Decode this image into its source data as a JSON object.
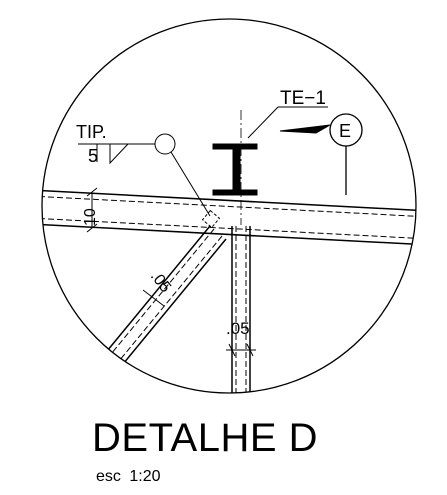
{
  "detail": {
    "title": "DETALHE D",
    "scale": "esc  1:20"
  },
  "labels": {
    "weld_tip": "TIP.",
    "weld_size": "5",
    "element": "TE−1",
    "section_marker": "E",
    "dim_vertical": "10",
    "dim_diagonal": ".05",
    "dim_post": ".05"
  }
}
